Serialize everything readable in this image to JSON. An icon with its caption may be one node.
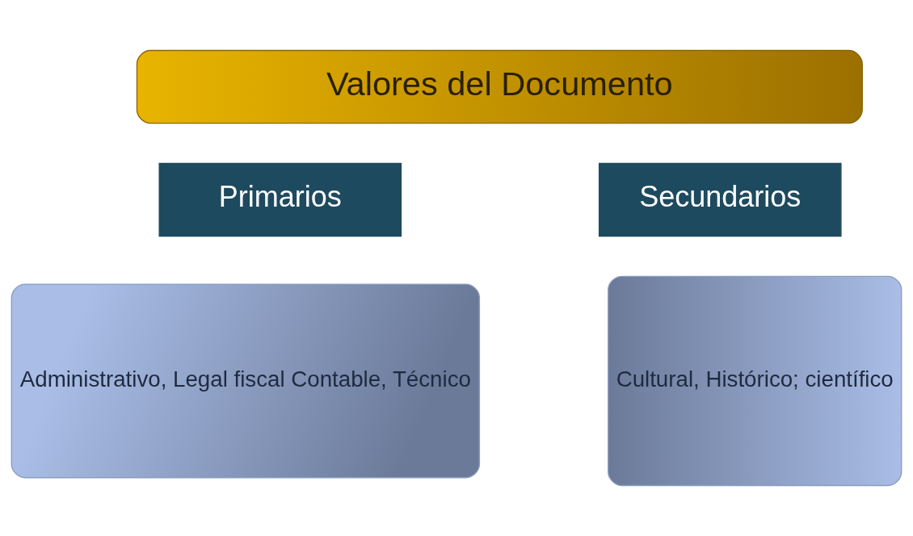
{
  "diagram": {
    "nodes": [
      {
        "text": [
          "Valores del Documento"
        ]
      },
      {
        "text": [
          "Primarios"
        ]
      },
      {
        "text": [
          "Administrativo, Legal fiscal Contable, Técnico"
        ]
      },
      {
        "text": [
          "Secundarios"
        ]
      },
      {
        "text": [
          "Cultural, Histórico; científico"
        ]
      }
    ]
  }
}
